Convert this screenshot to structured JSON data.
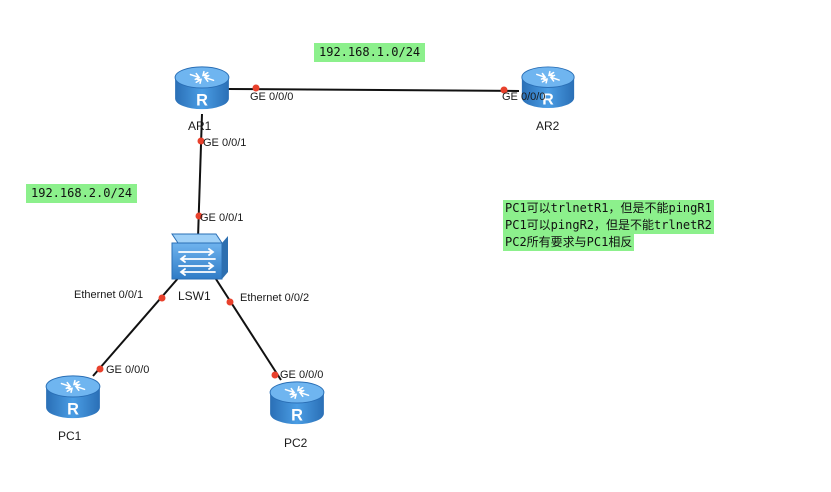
{
  "devices": {
    "ar1": {
      "name": "AR1",
      "icon": "router-icon"
    },
    "ar2": {
      "name": "AR2",
      "icon": "router-icon"
    },
    "lsw1": {
      "name": "LSW1",
      "icon": "switch-icon"
    },
    "pc1": {
      "name": "PC1",
      "icon": "router-icon"
    },
    "pc2": {
      "name": "PC2",
      "icon": "router-icon"
    }
  },
  "ports": {
    "ar1_ge000": "GE 0/0/0",
    "ar2_ge000": "GE 0/0/0",
    "ar1_ge001": "GE 0/0/1",
    "lsw1_ge001": "GE 0/0/1",
    "lsw1_eth001": "Ethernet 0/0/1",
    "lsw1_eth002": "Ethernet 0/0/2",
    "pc1_ge000": "GE 0/0/0",
    "pc2_ge000": "GE 0/0/0"
  },
  "subnets": {
    "net1": "192.168.1.0/24",
    "net2": "192.168.2.0/24"
  },
  "notes": [
    "PC1可以trlnetR1，但是不能pingR1",
    "PC1可以pingR2，但是不能trlnetR2",
    "PC2所有要求与PC1相反"
  ],
  "colors": {
    "router_fill": "#3d8fd6",
    "switch_fill": "#4f9be0",
    "port_dot": "#e8412c",
    "highlight": "#8cf08c",
    "link": "#111111"
  }
}
